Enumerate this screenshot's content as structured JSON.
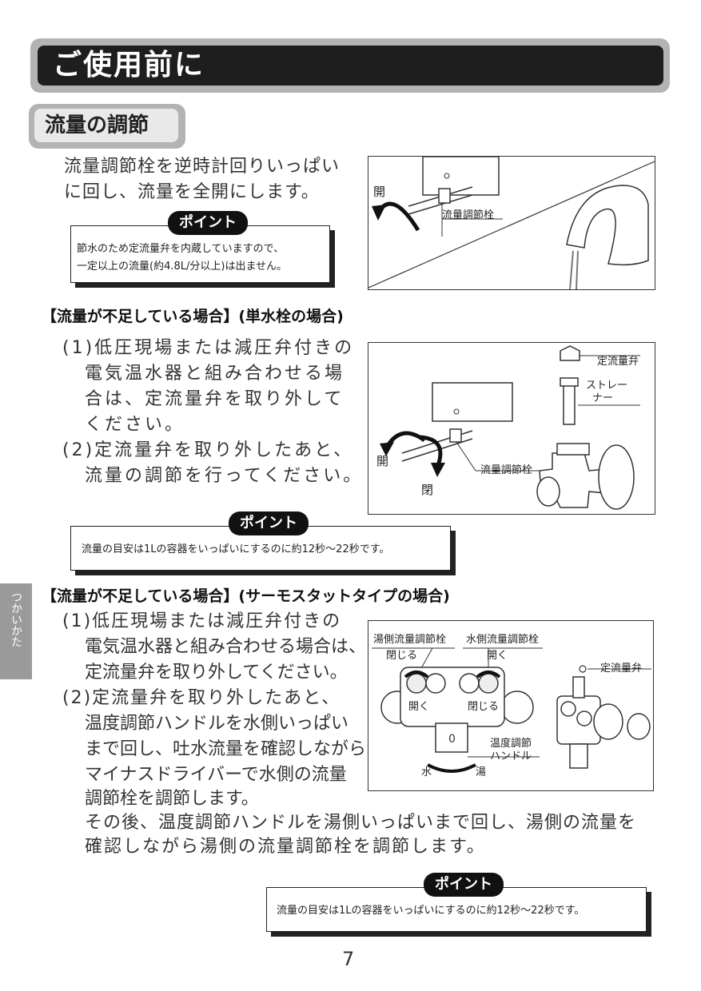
{
  "header": {
    "title": "ご使用前に"
  },
  "section": {
    "title": "流量の調節"
  },
  "intro": {
    "line1": "流量調節栓を逆時計回りいっぱい",
    "line2": "に回し、流量を全開にします。"
  },
  "point1": {
    "label": "ポイント",
    "line1": "節水のため定流量弁を内蔵していますので、",
    "line2": "一定以上の流量(約4.8L/分以上)は出ません。"
  },
  "figure1": {
    "open_label": "開",
    "valve_label": "流量調節栓"
  },
  "single": {
    "heading": "【流量が不足している場合】(単水栓の場合)",
    "step1": {
      "line1": "(1)低圧現場または減圧弁付きの",
      "line2": "電気温水器と組み合わせる場",
      "line3": "合は、定流量弁を取り外して",
      "line4": "ください。"
    },
    "step2": {
      "line1": "(2)定流量弁を取り外したあと、",
      "line2": "流量の調節を行ってください。"
    }
  },
  "figure2": {
    "const_valve": "定流量弁",
    "strainer1": "ストレー",
    "strainer2": "ナー",
    "open_label": "開",
    "close_label": "閉",
    "valve_label": "流量調節栓"
  },
  "point2": {
    "label": "ポイント",
    "text": "流量の目安は1Lの容器をいっぱいにするのに約12秒〜22秒です。"
  },
  "thermo": {
    "heading": "【流量が不足している場合】(サーモスタットタイプの場合)",
    "step1": {
      "line1": "(1)低圧現場または減圧弁付きの",
      "line2": "電気温水器と組み合わせる場合は、",
      "line3": "定流量弁を取り外してください。"
    },
    "step2": {
      "line1": "(2)定流量弁を取り外したあと、",
      "line2": "温度調節ハンドルを水側いっぱい",
      "line3": "まで回し、吐水流量を確認しながら",
      "line4": "マイナスドライバーで水側の流量",
      "line5": "調節栓を調節します。"
    },
    "after1": "その後、温度調節ハンドルを湯側いっぱいまで回し、湯側の流量を",
    "after2": "確認しながら湯側の流量調節栓を調節します。"
  },
  "figure3": {
    "hot_valve": "湯側流量調節栓",
    "cold_valve": "水側流量調節栓",
    "close1": "閉じる",
    "open1": "開く",
    "open2": "開く",
    "close2": "閉じる",
    "const_valve": "定流量弁",
    "temp_handle1": "温度調節",
    "temp_handle2": "ハンドル",
    "water": "水",
    "hot": "湯"
  },
  "point3": {
    "label": "ポイント",
    "text": "流量の目安は1Lの容器をいっぱいにするのに約12秒〜22秒です。"
  },
  "side_tab": {
    "text": "つかいかた"
  },
  "page": {
    "number": "7"
  }
}
